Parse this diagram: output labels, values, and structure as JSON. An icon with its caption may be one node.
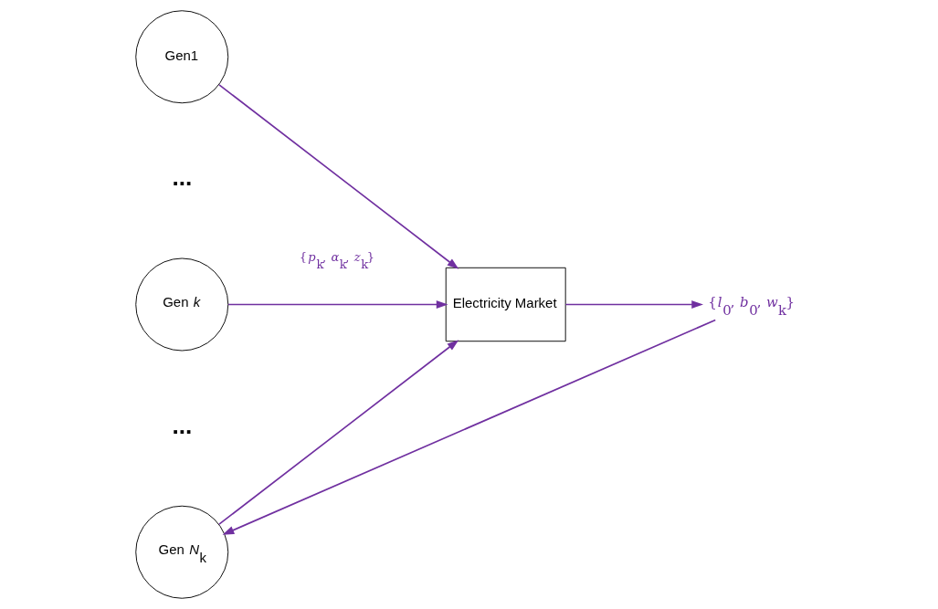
{
  "diagram": {
    "nodes": [
      {
        "text": [
          "Gen1"
        ]
      },
      {
        "text": [
          "Gen *k*"
        ]
      },
      {
        "text": [
          "Gen *N*$_{k}$"
        ]
      },
      {
        "text": [
          "Electricity Market"
        ]
      },
      {
        "text": [
          "{*l*$_{0}$, *b*$_{0}$, *w*$_{k}$}"
        ]
      }
    ],
    "edges": [
      {
        "from": 0,
        "to": 3,
        "arrow": "to"
      },
      {
        "from": 1,
        "to": 3,
        "arrow": "to",
        "label": "{*p*$_{k}$, *α*$_{k}$, *z*$_{k}$}"
      },
      {
        "from": 2,
        "to": 3,
        "arrow": "to"
      },
      {
        "from": 3,
        "to": 4,
        "arrow": "to"
      },
      {
        "from": 4,
        "to": 2,
        "arrow": "to"
      }
    ],
    "labels": [
      "...",
      "..."
    ]
  }
}
